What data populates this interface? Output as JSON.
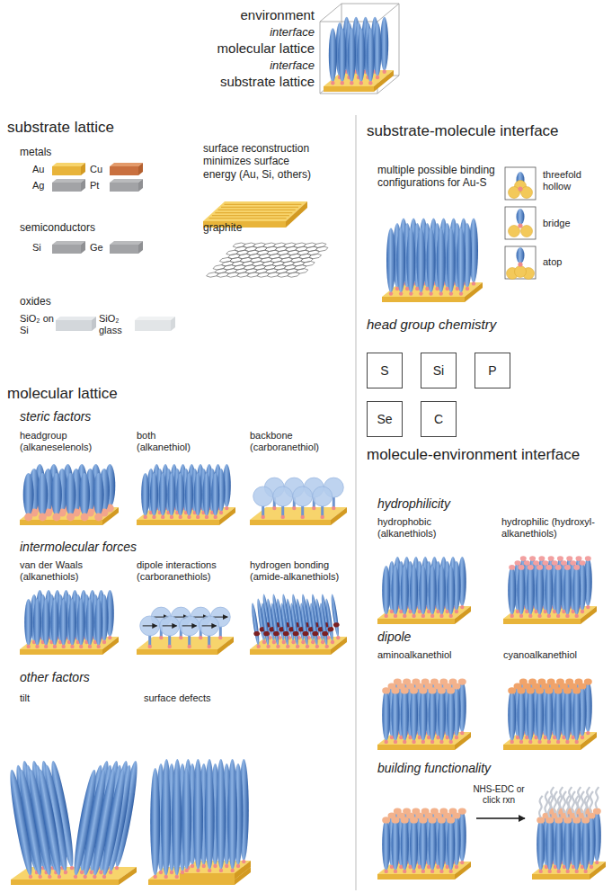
{
  "diagram": {
    "nodes": [
      {
        "text": [
          "S"
        ]
      },
      {
        "text": [
          "Si"
        ]
      },
      {
        "text": [
          "P"
        ]
      },
      {
        "text": [
          "Se"
        ]
      },
      {
        "text": [
          "C"
        ]
      }
    ],
    "labels": [
      "environment",
      "interface",
      "molecular lattice",
      "interface",
      "substrate lattice",
      "substrate lattice",
      "metals",
      "Au",
      "Cu",
      "Ag",
      "Pt",
      "surface reconstruction minimizes surface energy (Au, Si, others)",
      "semiconductors",
      "Si",
      "Ge",
      "graphite",
      "oxides",
      "SiO₂ on Si",
      "SiO₂ glass",
      "molecular lattice",
      "steric factors",
      "headgroup (alkaneselenols)",
      "both (alkanethiol)",
      "backbone (carboranethiol)",
      "intermolecular forces",
      "van der Waals (alkanethiols)",
      "dipole interactions (carboranethiols)",
      "hydrogen bonding (amide-alkanethiols)",
      "other factors",
      "tilt",
      "surface defects",
      "substrate-molecule interface",
      "multiple possible binding configurations for Au-S",
      "threefold hollow",
      "bridge",
      "atop",
      "head group chemistry",
      "molecule-environment interface",
      "hydrophilicity",
      "hydrophobic (alkanethiols)",
      "hydrophilic (hydroxyl-alkanethiols)",
      "dipole",
      "aminoalkanethiol",
      "cyanoalkanethiol",
      "building functionality",
      "NHS-EDC or click rxn"
    ]
  }
}
